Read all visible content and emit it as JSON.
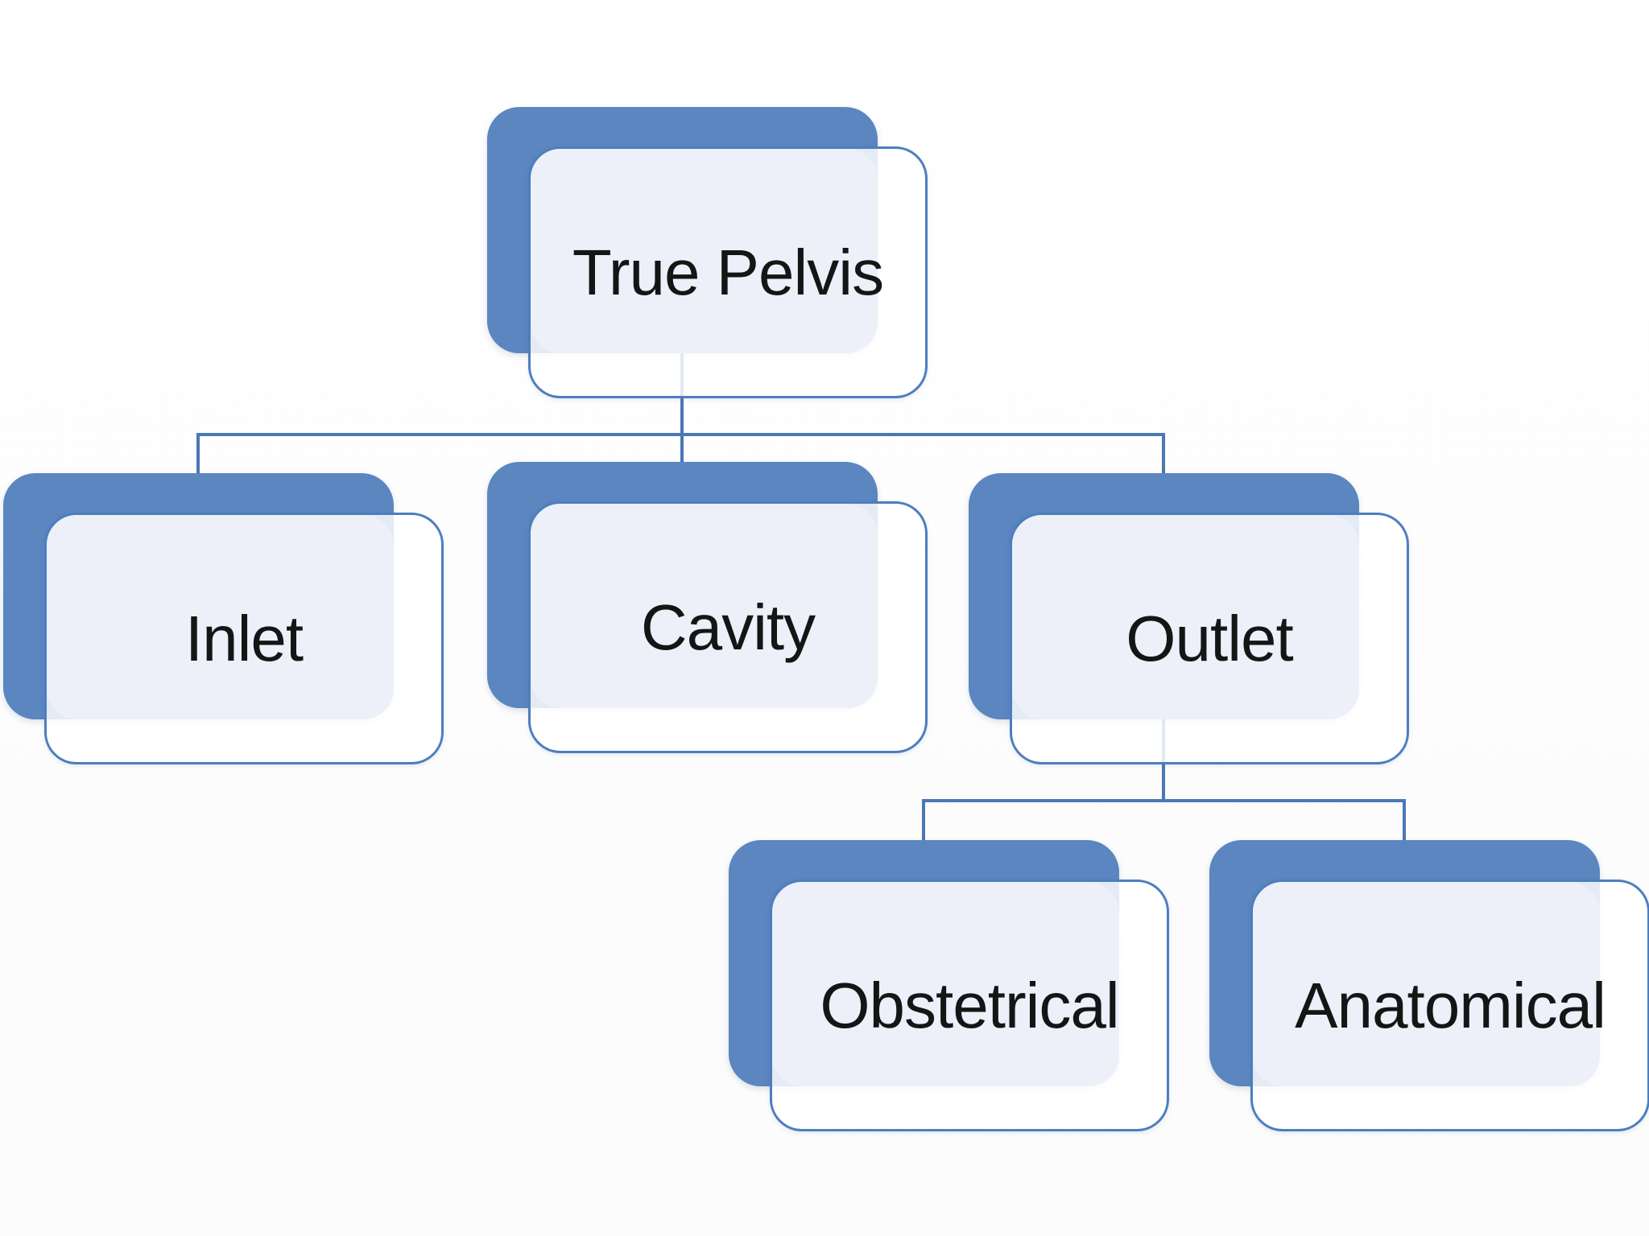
{
  "diagram": {
    "type": "hierarchy",
    "nodes": {
      "root": {
        "label": "True Pelvis",
        "level": 1,
        "children": [
          "Inlet",
          "Cavity",
          "Outlet"
        ]
      },
      "inlet": {
        "label": "Inlet",
        "level": 2,
        "children": []
      },
      "cavity": {
        "label": "Cavity",
        "level": 2,
        "children": []
      },
      "outlet": {
        "label": "Outlet",
        "level": 2,
        "children": [
          "Obstetrical",
          "Anatomical"
        ]
      },
      "obstetrical": {
        "label": "Obstetrical",
        "level": 3,
        "children": []
      },
      "anatomical": {
        "label": "Anatomical",
        "level": 3,
        "children": []
      }
    },
    "colors": {
      "shape_back_fill": "#5b86c0",
      "shape_border": "#4d7ebd",
      "shape_front_fill": "#ffffff",
      "shape_inner_fill": "#edf0f8",
      "connector": "#4a78b5",
      "text": "#151515",
      "background": "#fdfdfd"
    }
  }
}
